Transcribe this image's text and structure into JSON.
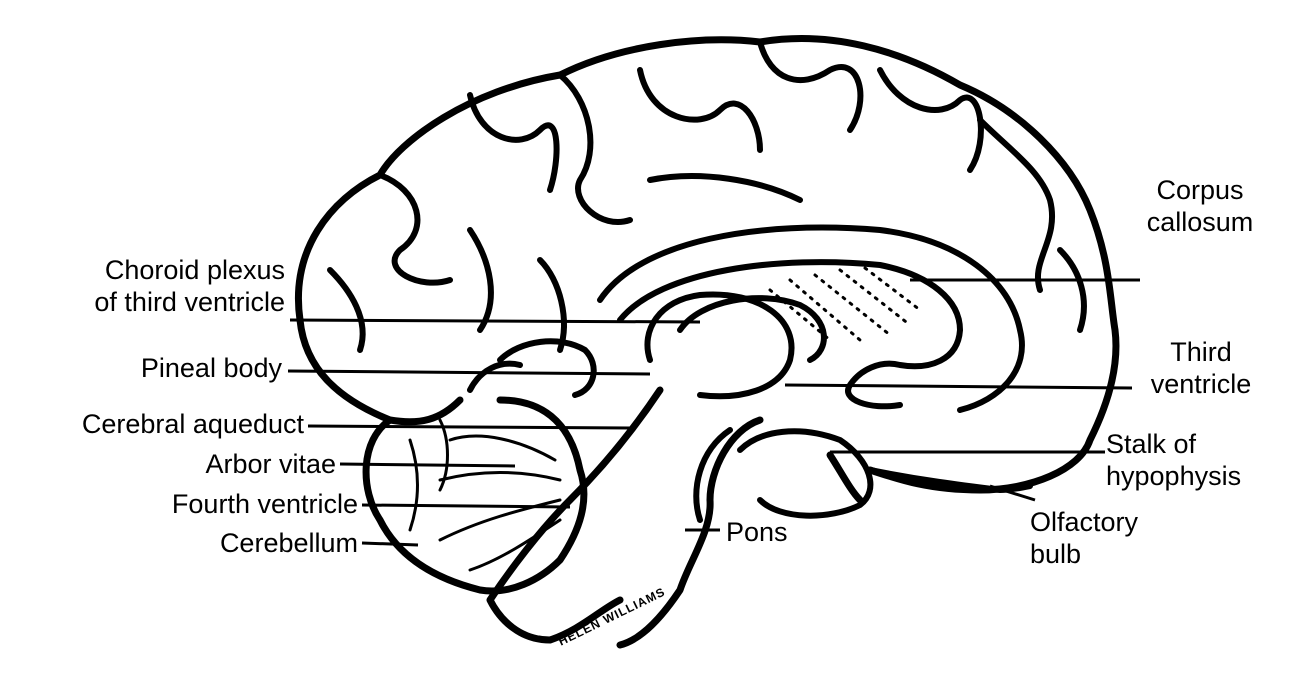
{
  "labels_left": [
    {
      "id": "choroid-plexus",
      "line1": "Choroid plexus",
      "line2": "of third ventricle"
    },
    {
      "id": "pineal-body",
      "line1": "Pineal body"
    },
    {
      "id": "cerebral-aqueduct",
      "line1": "Cerebral aqueduct"
    },
    {
      "id": "arbor-vitae",
      "line1": "Arbor vitae"
    },
    {
      "id": "fourth-ventricle",
      "line1": "Fourth ventricle"
    },
    {
      "id": "cerebellum",
      "line1": "Cerebellum"
    }
  ],
  "labels_right": [
    {
      "id": "corpus-callosum",
      "line1": "Corpus",
      "line2": "callosum"
    },
    {
      "id": "third-ventricle",
      "line1": "Third",
      "line2": "ventricle"
    },
    {
      "id": "stalk-of-hypophysis",
      "line1": "Stalk of",
      "line2": "hypophysis"
    },
    {
      "id": "olfactory-bulb",
      "line1": "Olfactory",
      "line2": "bulb"
    },
    {
      "id": "pons",
      "line1": "Pons"
    }
  ],
  "signature": "HELEN WILLIAMS"
}
